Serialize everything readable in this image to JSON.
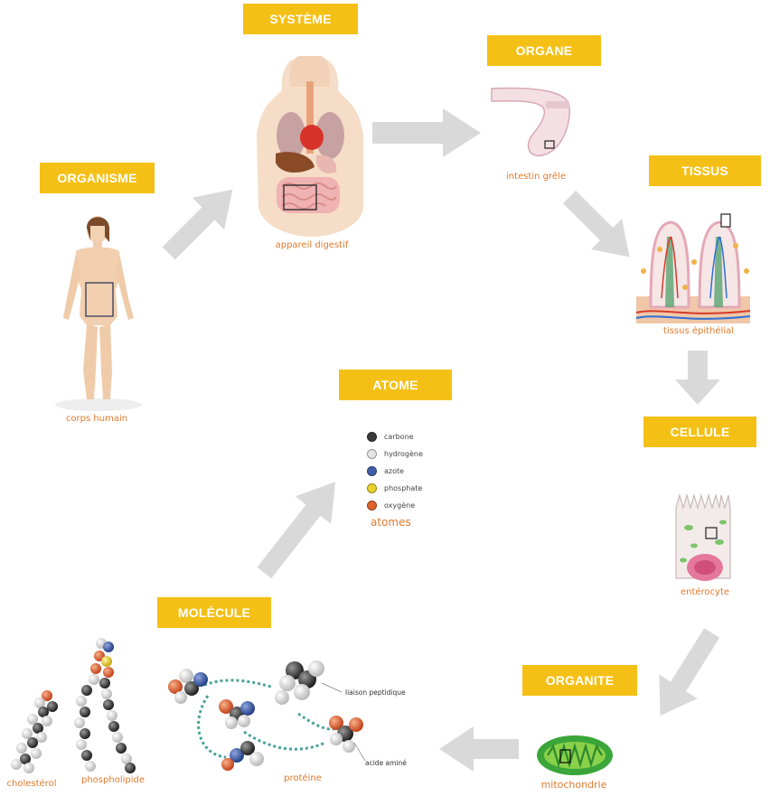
{
  "labels": {
    "systeme": "SYSTÈME",
    "organe": "ORGANE",
    "organisme": "ORGANISME",
    "tissus": "TISSUS",
    "atome": "ATOME",
    "cellule": "CELLULE",
    "molecule": "MOLÉCULE",
    "organite": "ORGANITE"
  },
  "captions": {
    "corps_humain": "corps humain",
    "appareil_digestif": "appareil digestif",
    "intestin_grele": "intestin grêle",
    "tissus_epithelial": "tissus épithélial",
    "enterocyte": "entérocyte",
    "mitochondrie": "mitochondrie",
    "cholesterol": "cholestérol",
    "phospholipide": "phospholipide",
    "proteine": "protéine",
    "liaison_peptidique": "liaison peptidique",
    "acide_amine": "acide aminé"
  },
  "atom_legend": {
    "title": "atomes",
    "items": [
      {
        "name": "carbone",
        "color": "#3a3a3a"
      },
      {
        "name": "hydrogène",
        "color": "#e6e6e6"
      },
      {
        "name": "azote",
        "color": "#3f5fa8"
      },
      {
        "name": "phosphate",
        "color": "#e8d22a"
      },
      {
        "name": "oxygène",
        "color": "#e0622d"
      }
    ]
  },
  "colors": {
    "label_bg": "#f5c016",
    "caption": "#e07b2e",
    "arrow": "#d9d9d9"
  }
}
